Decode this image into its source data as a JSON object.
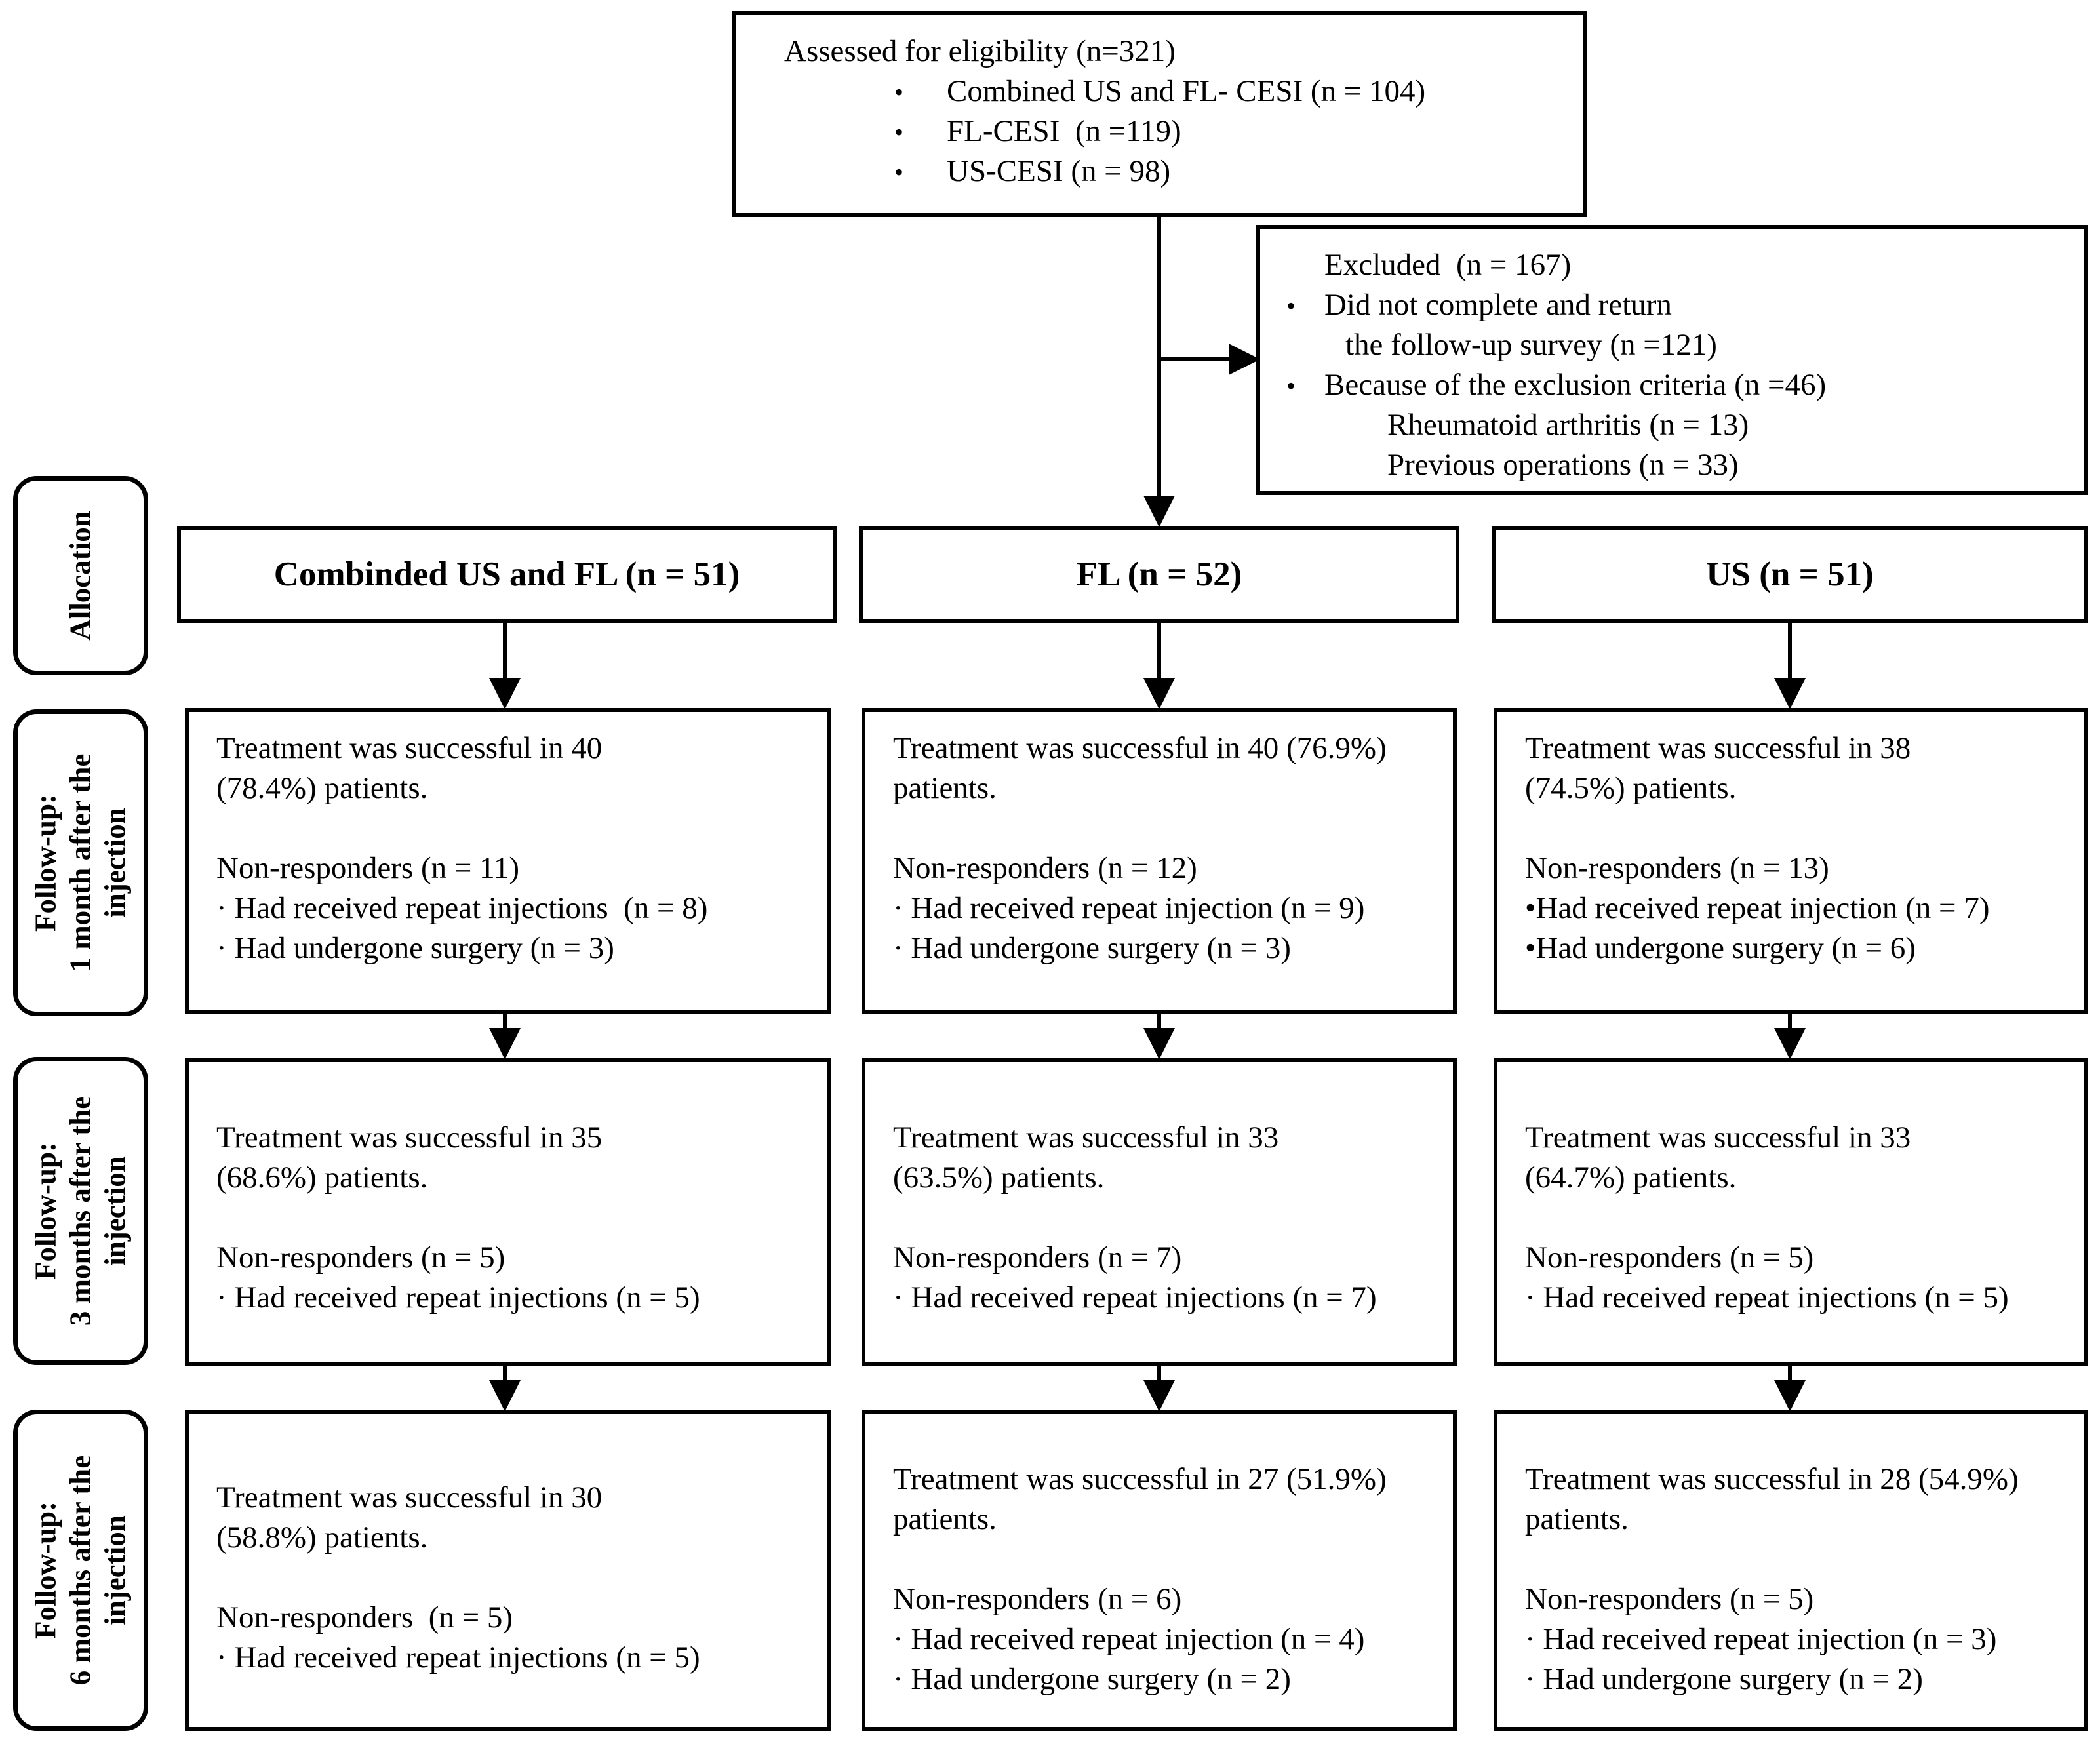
{
  "eligibility": {
    "title": "Assessed for eligibility (n=321)",
    "items": [
      "Combined US and FL- CESI (n = 104)",
      "FL-CESI  (n =119)",
      "US-CESI (n = 98)"
    ]
  },
  "excluded": {
    "title": "Excluded  (n = 167)",
    "item1_line1": "Did not complete and return",
    "item1_line2": "the follow-up survey (n =121)",
    "item2": "Because of the exclusion criteria (n =46)",
    "sub1": "Rheumatoid arthritis (n = 13)",
    "sub2": "Previous operations (n = 33)"
  },
  "stages": {
    "allocation": [
      "Allocation"
    ],
    "one_month": [
      "Follow-up:",
      "1 month after the",
      "injection"
    ],
    "three_months": [
      "Follow-up:",
      "3 months after the",
      "injection"
    ],
    "six_months": [
      "Follow-up:",
      "6 months after the",
      "injection"
    ]
  },
  "groups": {
    "combined": "Combinded US and FL (n = 51)",
    "fl": "FL (n = 52)",
    "us": "US (n = 51)"
  },
  "followup": {
    "m1": {
      "combined": [
        "Treatment was successful in 40",
        "(78.4%) patients.",
        "Non-responders (n = 11)",
        "· Had received repeat injections  (n = 8)",
        "· Had undergone surgery (n = 3)"
      ],
      "fl": [
        "Treatment was successful in 40 (76.9%)",
        "patients.",
        "Non-responders (n = 12)",
        "· Had received repeat injection (n = 9)",
        "· Had undergone surgery (n = 3)"
      ],
      "us": [
        "Treatment was successful in 38",
        "(74.5%) patients.",
        "Non-responders (n = 13)",
        "•Had received repeat injection (n = 7)",
        "•Had undergone surgery (n = 6)"
      ]
    },
    "m3": {
      "combined": [
        "Treatment was successful in 35",
        "(68.6%) patients.",
        "Non-responders (n = 5)",
        "· Had received repeat injections (n = 5)"
      ],
      "fl": [
        "Treatment was successful in 33",
        "(63.5%) patients.",
        "Non-responders (n = 7)",
        "· Had received repeat injections (n = 7)"
      ],
      "us": [
        "Treatment was successful in 33",
        "(64.7%) patients.",
        "Non-responders (n = 5)",
        "· Had received repeat injections (n = 5)"
      ]
    },
    "m6": {
      "combined": [
        "Treatment was successful in 30",
        "(58.8%) patients.",
        "Non-responders  (n = 5)",
        "· Had received repeat injections (n = 5)"
      ],
      "fl": [
        "Treatment was successful in 27 (51.9%)",
        "patients.",
        "Non-responders (n = 6)",
        "· Had received repeat injection (n = 4)",
        "· Had undergone surgery (n = 2)"
      ],
      "us": [
        "Treatment was successful in 28 (54.9%)",
        "patients.",
        "Non-responders (n = 5)",
        "· Had received repeat injection (n = 3)",
        "· Had undergone surgery (n = 2)"
      ]
    }
  }
}
